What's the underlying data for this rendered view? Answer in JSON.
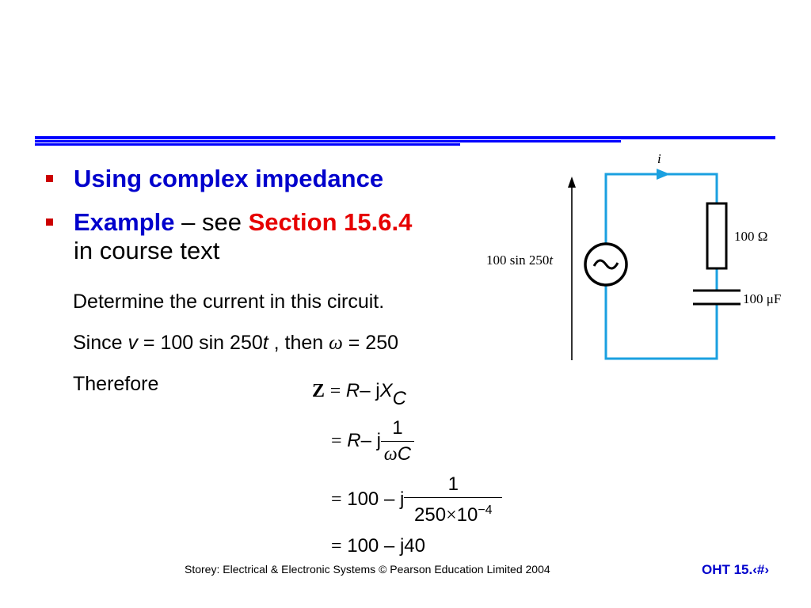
{
  "bullets": [
    {
      "text": "Using complex impedance"
    },
    {
      "prefix": "Example",
      "middle": " – see ",
      "ref": "Section 15.6.4",
      "line2": "in course text"
    }
  ],
  "body": {
    "determine": "Determine the current in this circuit.",
    "since_prefix": "Since ",
    "since_v": "v",
    "since_eq": " = 100 sin 250",
    "since_t": "t",
    "since_then": " , then ",
    "since_omega": "ω",
    "since_val": " = 250",
    "therefore": "Therefore"
  },
  "equations": {
    "z": "Z",
    "eq": "=",
    "r": "R",
    "minus": "–",
    "j": "j",
    "x": "X",
    "c_sub": "C",
    "one": "1",
    "omega_c_omega": "ω",
    "omega_c_c": "C",
    "hundred": "100",
    "den_250": "250",
    "times": "×",
    "ten": "10",
    "exp": "−4",
    "result": "100 – j40"
  },
  "circuit": {
    "current_label": "i",
    "source_label_prefix": "100 sin 250",
    "source_label_t": "t",
    "resistor_label": "100 Ω",
    "capacitor_label": "100 μF"
  },
  "footer": {
    "credit": "Storey: Electrical & Electronic Systems © Pearson Education Limited 2004",
    "slide": "OHT 15.‹#›"
  },
  "colors": {
    "rule": "#0000ff",
    "bullet": "#cc0000",
    "heading": "#0000cc",
    "emphasis": "#e60000",
    "wire": "#1aa0e0"
  }
}
